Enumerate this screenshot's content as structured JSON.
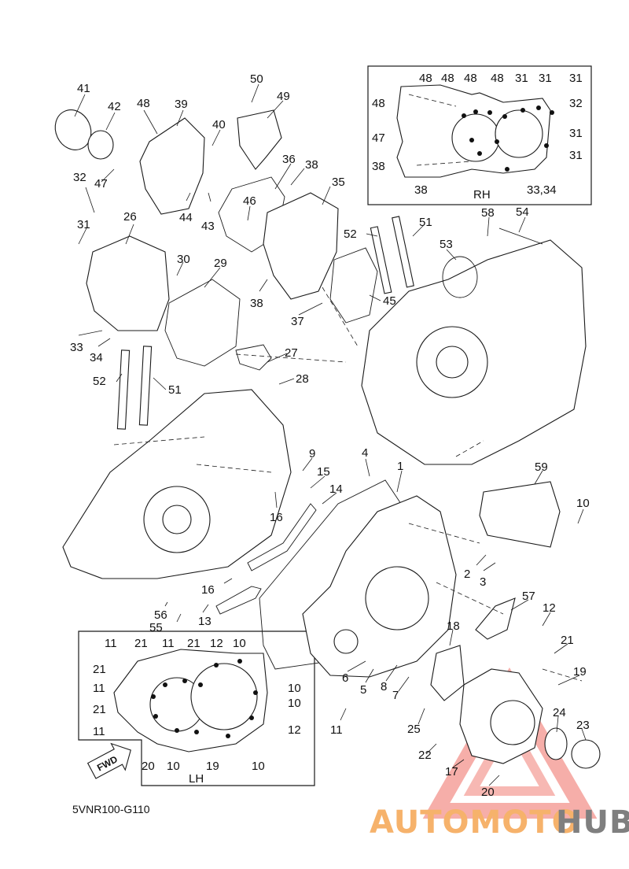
{
  "diagram_code": "5VNR100-G110",
  "inset_rh_label": "RH",
  "inset_lh_label": "LH",
  "fwd_label": "FWD",
  "watermark": {
    "brand_a": "AUTOMOTO",
    "brand_b": "HUB",
    "color_a": "#f6b26b",
    "color_b": "#7f7f7f",
    "triangle_color": "#f4a09a"
  },
  "callouts": [
    {
      "id": "c41",
      "text": "41"
    },
    {
      "id": "c42",
      "text": "42"
    },
    {
      "id": "c48a",
      "text": "48"
    },
    {
      "id": "c39",
      "text": "39"
    },
    {
      "id": "c50",
      "text": "50"
    },
    {
      "id": "c49",
      "text": "49"
    },
    {
      "id": "c40",
      "text": "40"
    },
    {
      "id": "c47a",
      "text": "47"
    },
    {
      "id": "c36",
      "text": "36"
    },
    {
      "id": "c38a",
      "text": "38"
    },
    {
      "id": "c35",
      "text": "35"
    },
    {
      "id": "c46",
      "text": "46"
    },
    {
      "id": "c44",
      "text": "44"
    },
    {
      "id": "c43",
      "text": "43"
    },
    {
      "id": "c32a",
      "text": "32"
    },
    {
      "id": "c26",
      "text": "26"
    },
    {
      "id": "c31a",
      "text": "31"
    },
    {
      "id": "c30",
      "text": "30"
    },
    {
      "id": "c29",
      "text": "29"
    },
    {
      "id": "c38b",
      "text": "38"
    },
    {
      "id": "c37",
      "text": "37"
    },
    {
      "id": "c33a",
      "text": "33"
    },
    {
      "id": "c34",
      "text": "34"
    },
    {
      "id": "c27",
      "text": "27"
    },
    {
      "id": "c28",
      "text": "28"
    },
    {
      "id": "c52a",
      "text": "52"
    },
    {
      "id": "c51a",
      "text": "51"
    },
    {
      "id": "c45",
      "text": "45"
    },
    {
      "id": "c52b",
      "text": "52"
    },
    {
      "id": "c53",
      "text": "53"
    },
    {
      "id": "c51b",
      "text": "51"
    },
    {
      "id": "c58",
      "text": "58"
    },
    {
      "id": "c54",
      "text": "54"
    },
    {
      "id": "c9",
      "text": "9"
    },
    {
      "id": "c4",
      "text": "4"
    },
    {
      "id": "c1",
      "text": "1"
    },
    {
      "id": "c15",
      "text": "15"
    },
    {
      "id": "c14",
      "text": "14"
    },
    {
      "id": "c16a",
      "text": "16"
    },
    {
      "id": "c59",
      "text": "59"
    },
    {
      "id": "c10a",
      "text": "10"
    },
    {
      "id": "c2",
      "text": "2"
    },
    {
      "id": "c3",
      "text": "3"
    },
    {
      "id": "c16b",
      "text": "16"
    },
    {
      "id": "c57",
      "text": "57"
    },
    {
      "id": "c12a",
      "text": "12"
    },
    {
      "id": "c56",
      "text": "56"
    },
    {
      "id": "c13",
      "text": "13"
    },
    {
      "id": "c55",
      "text": "55"
    },
    {
      "id": "c18",
      "text": "18"
    },
    {
      "id": "c21a",
      "text": "21"
    },
    {
      "id": "c19a",
      "text": "19"
    },
    {
      "id": "c6",
      "text": "6"
    },
    {
      "id": "c5",
      "text": "5"
    },
    {
      "id": "c8",
      "text": "8"
    },
    {
      "id": "c7",
      "text": "7"
    },
    {
      "id": "c11a",
      "text": "11"
    },
    {
      "id": "c25",
      "text": "25"
    },
    {
      "id": "c24",
      "text": "24"
    },
    {
      "id": "c23",
      "text": "23"
    },
    {
      "id": "c22",
      "text": "22"
    },
    {
      "id": "c17",
      "text": "17"
    },
    {
      "id": "c20a",
      "text": "20"
    },
    {
      "id": "r48a",
      "text": "48"
    },
    {
      "id": "r48b",
      "text": "48"
    },
    {
      "id": "r48c",
      "text": "48"
    },
    {
      "id": "r48d",
      "text": "48"
    },
    {
      "id": "r31a",
      "text": "31"
    },
    {
      "id": "r31b",
      "text": "31"
    },
    {
      "id": "r31c",
      "text": "31"
    },
    {
      "id": "r48e",
      "text": "48"
    },
    {
      "id": "r32",
      "text": "32"
    },
    {
      "id": "r47",
      "text": "47"
    },
    {
      "id": "r31d",
      "text": "31"
    },
    {
      "id": "r31e",
      "text": "31"
    },
    {
      "id": "r38a",
      "text": "38"
    },
    {
      "id": "r38b",
      "text": "38"
    },
    {
      "id": "r3334",
      "text": "33,34"
    },
    {
      "id": "l11a",
      "text": "11"
    },
    {
      "id": "l21a",
      "text": "21"
    },
    {
      "id": "l11b",
      "text": "11"
    },
    {
      "id": "l21b",
      "text": "21"
    },
    {
      "id": "l12a",
      "text": "12"
    },
    {
      "id": "l10a",
      "text": "10"
    },
    {
      "id": "l21c",
      "text": "21"
    },
    {
      "id": "l11c",
      "text": "11"
    },
    {
      "id": "l21d",
      "text": "21"
    },
    {
      "id": "l11d",
      "text": "11"
    },
    {
      "id": "l10b",
      "text": "10"
    },
    {
      "id": "l10c",
      "text": "10"
    },
    {
      "id": "l12b",
      "text": "12"
    },
    {
      "id": "l20",
      "text": "20"
    },
    {
      "id": "l10d",
      "text": "10"
    },
    {
      "id": "l19",
      "text": "19"
    },
    {
      "id": "l10e",
      "text": "10"
    }
  ]
}
